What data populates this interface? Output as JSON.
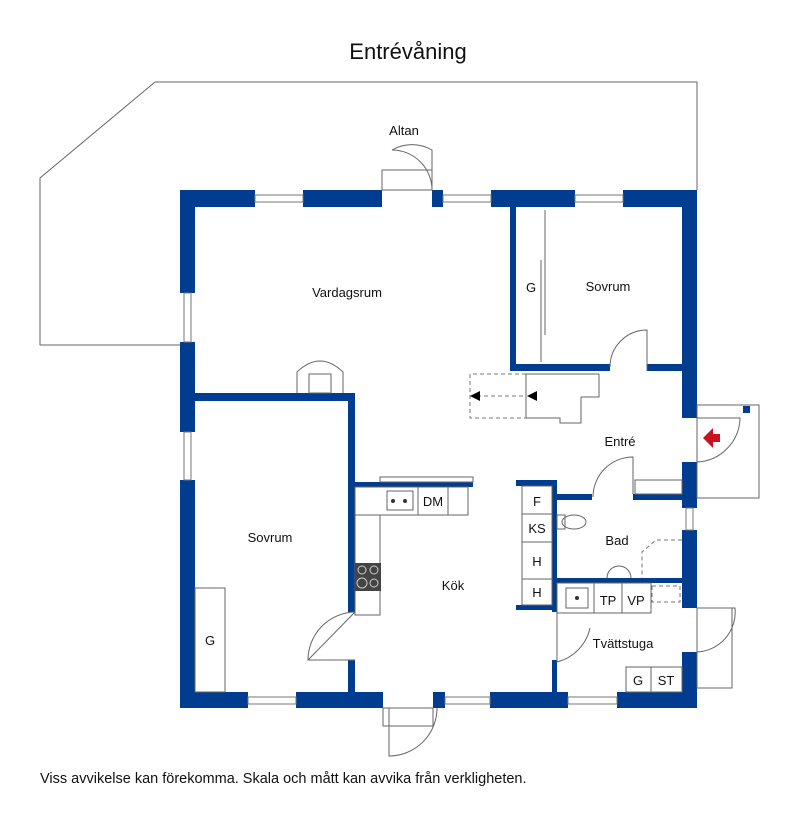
{
  "title": "Entrévåning",
  "colors": {
    "wall": "#003c8f",
    "entrance_arrow": "#cc1122"
  },
  "rooms": {
    "altan": "Altan",
    "vardagsrum": "Vardagsrum",
    "sovrum1": "Sovrum",
    "sovrum2": "Sovrum",
    "entre": "Entré",
    "kok": "Kök",
    "bad": "Bad",
    "tvattstuga": "Tvättstuga"
  },
  "fixtures": {
    "wardrobe1": "G",
    "wardrobe2": "G",
    "wardrobe3": "G",
    "dishwasher": "DM",
    "fridge": "F",
    "freezer": "KS",
    "cabinet1": "H",
    "cabinet2": "H",
    "dryer": "TP",
    "washer": "VP",
    "storage": "ST"
  },
  "disclaimer": "Viss avvikelse kan förekomma. Skala och mått kan avvika från verkligheten."
}
